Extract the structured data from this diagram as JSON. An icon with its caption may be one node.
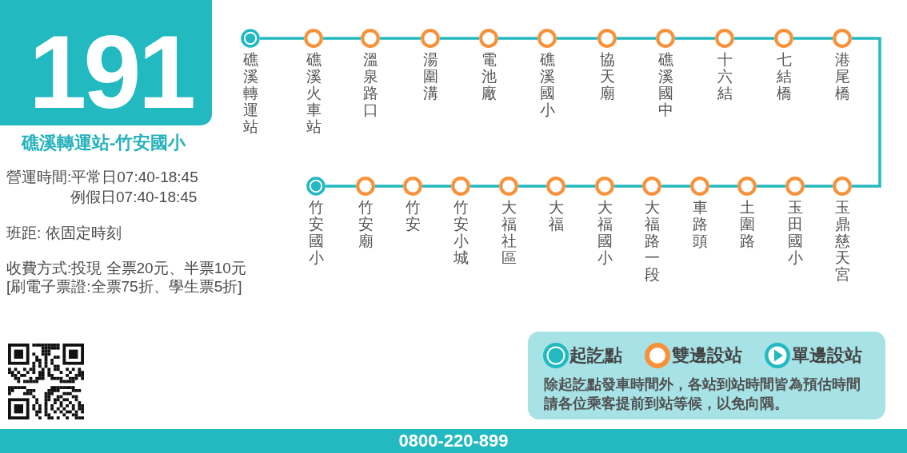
{
  "diagram": {
    "title": "191",
    "nodes": [
      {
        "text": [
          "礁溪轉運站"
        ]
      },
      {
        "text": [
          "礁溪火車站"
        ]
      },
      {
        "text": [
          "溫泉路口"
        ]
      },
      {
        "text": [
          "湯圍溝"
        ]
      },
      {
        "text": [
          "電池廠"
        ]
      },
      {
        "text": [
          "礁溪國小"
        ]
      },
      {
        "text": [
          "協天廟"
        ]
      },
      {
        "text": [
          "礁溪國中"
        ]
      },
      {
        "text": [
          "十六結"
        ]
      },
      {
        "text": [
          "七結橋"
        ]
      },
      {
        "text": [
          "港尾橋"
        ]
      },
      {
        "text": [
          "竹安國小"
        ]
      },
      {
        "text": [
          "竹安廟"
        ]
      },
      {
        "text": [
          "竹安"
        ]
      },
      {
        "text": [
          "竹安小城"
        ]
      },
      {
        "text": [
          "大福社區"
        ]
      },
      {
        "text": [
          "大福"
        ]
      },
      {
        "text": [
          "大福國小"
        ]
      },
      {
        "text": [
          "大福路一段"
        ]
      },
      {
        "text": [
          "車路頭"
        ]
      },
      {
        "text": [
          "土圍路"
        ]
      },
      {
        "text": [
          "玉田國小"
        ]
      },
      {
        "text": [
          "玉鼎慈天宮"
        ]
      }
    ],
    "edges": [
      {
        "from": 0,
        "to": 1,
        "arrow": "none"
      },
      {
        "from": 1,
        "to": 2,
        "arrow": "none"
      },
      {
        "from": 2,
        "to": 3,
        "arrow": "none"
      },
      {
        "from": 3,
        "to": 4,
        "arrow": "none"
      },
      {
        "from": 4,
        "to": 5,
        "arrow": "none"
      },
      {
        "from": 5,
        "to": 6,
        "arrow": "none"
      },
      {
        "from": 6,
        "to": 7,
        "arrow": "none"
      },
      {
        "from": 7,
        "to": 8,
        "arrow": "none"
      },
      {
        "from": 8,
        "to": 9,
        "arrow": "none"
      },
      {
        "from": 9,
        "to": 10,
        "arrow": "none"
      },
      {
        "from": 10,
        "to": 22,
        "arrow": "none"
      },
      {
        "from": 22,
        "to": 21,
        "arrow": "none"
      },
      {
        "from": 21,
        "to": 20,
        "arrow": "none"
      },
      {
        "from": 20,
        "to": 19,
        "arrow": "none"
      },
      {
        "from": 19,
        "to": 18,
        "arrow": "none"
      },
      {
        "from": 18,
        "to": 17,
        "arrow": "none"
      },
      {
        "from": 17,
        "to": 16,
        "arrow": "none"
      },
      {
        "from": 16,
        "to": 15,
        "arrow": "none"
      },
      {
        "from": 15,
        "to": 14,
        "arrow": "none"
      },
      {
        "from": 14,
        "to": 13,
        "arrow": "none"
      },
      {
        "from": 13,
        "to": 12,
        "arrow": "none"
      },
      {
        "from": 12,
        "to": 11,
        "arrow": "none"
      }
    ],
    "labels": [
      "礁溪轉運站-竹安國小",
      "營運時間:平常日07:40-18:45",
      "例假日07:40-18:45",
      "班距: 依固定時刻",
      "收費方式:投現 全票20元、半票10元",
      "[刷電子票證:全票75折、學生票5折]",
      "除起訖點發車時間外，各站到站時間皆為預估時間",
      "請各位乘客提前到站等候，以免向隅。",
      "0800-220-899"
    ],
    "legend": [
      {
        "text": "起訖點"
      },
      {
        "text": "雙邊設站"
      },
      {
        "text": "單邊設站"
      }
    ]
  }
}
